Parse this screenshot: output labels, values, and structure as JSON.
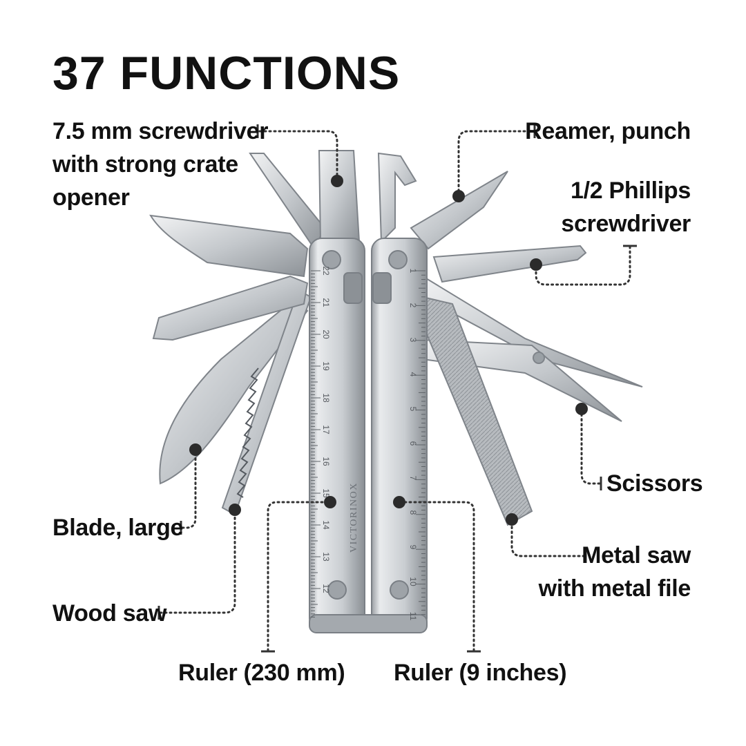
{
  "title": "37 FUNCTIONS",
  "labels": {
    "screwdriver": [
      "7.5 mm screwdriver",
      "with strong crate",
      "opener"
    ],
    "reamer": [
      "Reamer, punch"
    ],
    "phillips": [
      "1/2 Phillips",
      "screwdriver"
    ],
    "scissors": [
      "Scissors"
    ],
    "blade": [
      "Blade, large"
    ],
    "metal_saw": [
      "Metal saw",
      "with metal file"
    ],
    "wood_saw": [
      "Wood saw"
    ],
    "ruler_mm": [
      "Ruler (230 mm)"
    ],
    "ruler_in": [
      "Ruler (9 inches)"
    ]
  },
  "tool": {
    "brand": "VICTORINOX",
    "ruler_mm_marks": [
      "22",
      "21",
      "20",
      "19",
      "18",
      "17",
      "16",
      "15",
      "14",
      "13",
      "12"
    ],
    "ruler_in_marks": [
      "1",
      "2",
      "3",
      "4",
      "5",
      "6",
      "7",
      "8",
      "9",
      "10",
      "11"
    ]
  },
  "colors": {
    "text": "#111111",
    "steel_light": "#e6e8ea",
    "steel_mid": "#b9bdc1",
    "steel_dark": "#7d8287",
    "callout": "#2b2b2b"
  }
}
